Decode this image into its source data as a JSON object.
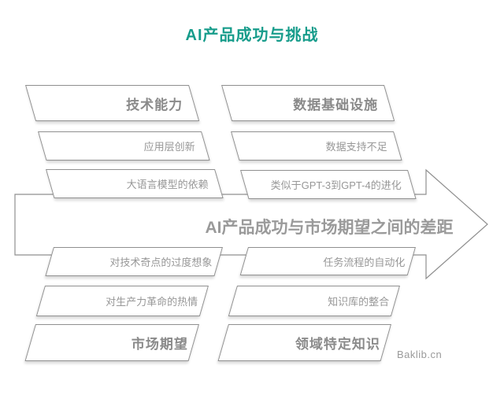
{
  "title": "AI产品成功与挑战",
  "watermark": "Baklib.cn",
  "colors": {
    "accent_teal": "#179C8B",
    "shape_border": "#8F8F8F",
    "text_gray": "#979797",
    "header_text_gray": "#8A8A8A"
  },
  "arrow": {
    "label": "AI产品成功与市场期望之间的差距",
    "direction": "right"
  },
  "quadrants": {
    "top_left": {
      "header": "技术能力",
      "rows": [
        "应用层创新",
        "大语言模型的依赖"
      ]
    },
    "top_right": {
      "header": "数据基础设施",
      "rows": [
        "数据支持不足",
        "类似于GPT-3到GPT-4的进化"
      ]
    },
    "bottom_left": {
      "header": "市场期望",
      "rows": [
        "对技术奇点的过度想象",
        "对生产力革命的热情"
      ]
    },
    "bottom_right": {
      "header": "领域特定知识",
      "rows": [
        "任务流程的自动化",
        "知识库的整合"
      ]
    }
  }
}
